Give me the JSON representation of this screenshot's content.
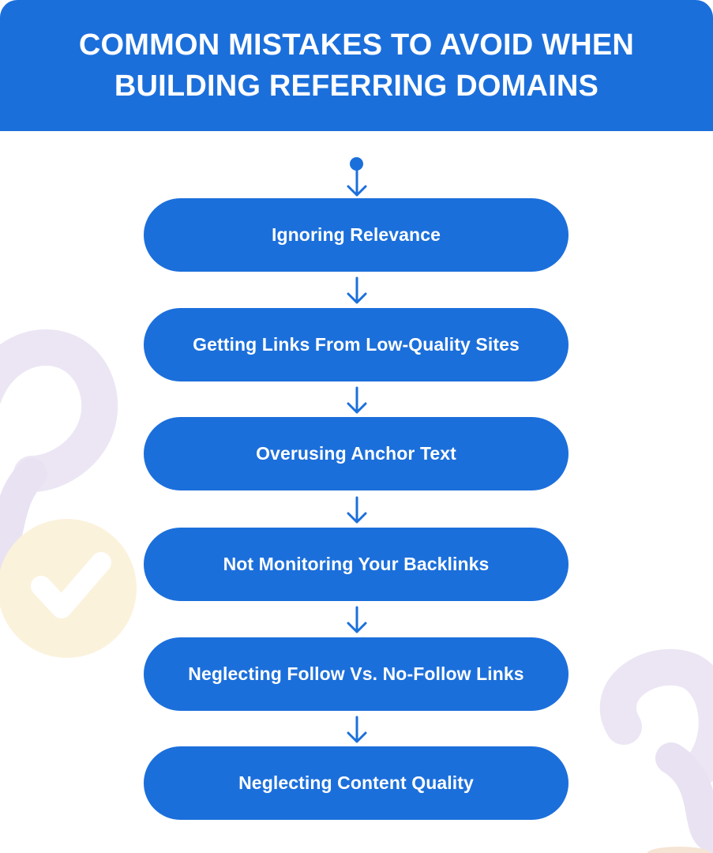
{
  "header": {
    "title_line1": "COMMON MISTAKES TO AVOID WHEN",
    "title_line2": "BUILDING REFERRING DOMAINS"
  },
  "colors": {
    "primary": "#1b6fdb",
    "text_on_primary": "#ffffff",
    "decor_chain": "#ece6f4",
    "decor_check_circle": "#fbf2dc"
  },
  "flow": {
    "steps": [
      {
        "label": "Ignoring Relevance"
      },
      {
        "label": "Getting Links From Low-Quality Sites"
      },
      {
        "label": "Overusing Anchor Text"
      },
      {
        "label": "Not Monitoring Your Backlinks"
      },
      {
        "label": "Neglecting Follow Vs. No-Follow Links"
      },
      {
        "label": "Neglecting Content Quality"
      }
    ]
  },
  "decorations": [
    "chain-link-icon",
    "check-badge-icon",
    "chain-link-icon"
  ]
}
